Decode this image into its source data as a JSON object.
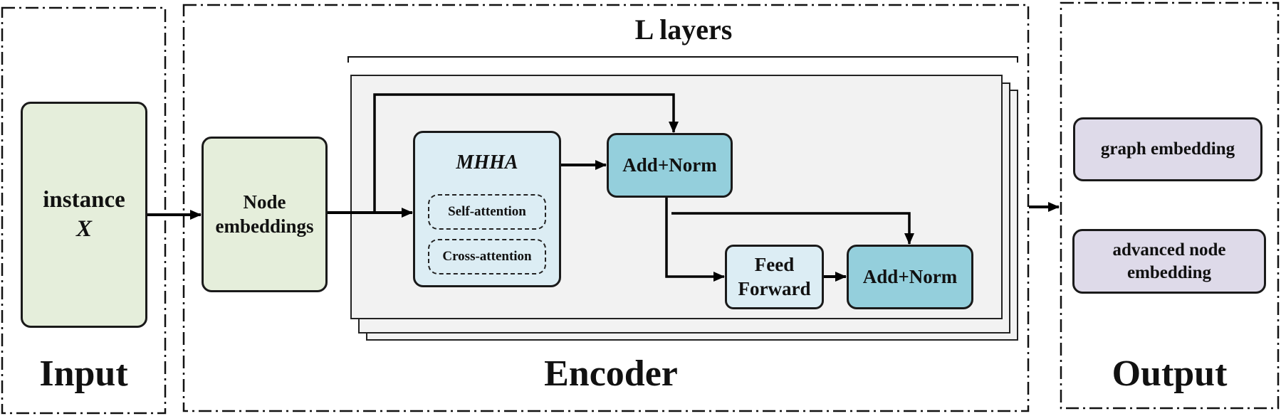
{
  "sections": {
    "input": "Input",
    "encoder": "Encoder",
    "output": "Output"
  },
  "layers_label": "L layers",
  "instance": {
    "line1": "instance",
    "line2": "X"
  },
  "node_embeddings": {
    "line1": "Node",
    "line2": "embeddings"
  },
  "mhha": {
    "title": "MHHA",
    "self_attention": "Self-attention",
    "cross_attention": "Cross-attention"
  },
  "add_norm_1": "Add+Norm",
  "feed_forward": {
    "line1": "Feed",
    "line2": "Forward"
  },
  "add_norm_2": "Add+Norm",
  "outputs": {
    "graph_embedding": "graph embedding",
    "advanced_node_line1": "advanced node",
    "advanced_node_line2": "embedding"
  },
  "colors": {
    "input_box": "#e5eedb",
    "attention_box": "#dcedf4",
    "add_norm": "#94cfdc",
    "output_box": "#dedae9",
    "layer_panel": "#f2f2f2"
  }
}
